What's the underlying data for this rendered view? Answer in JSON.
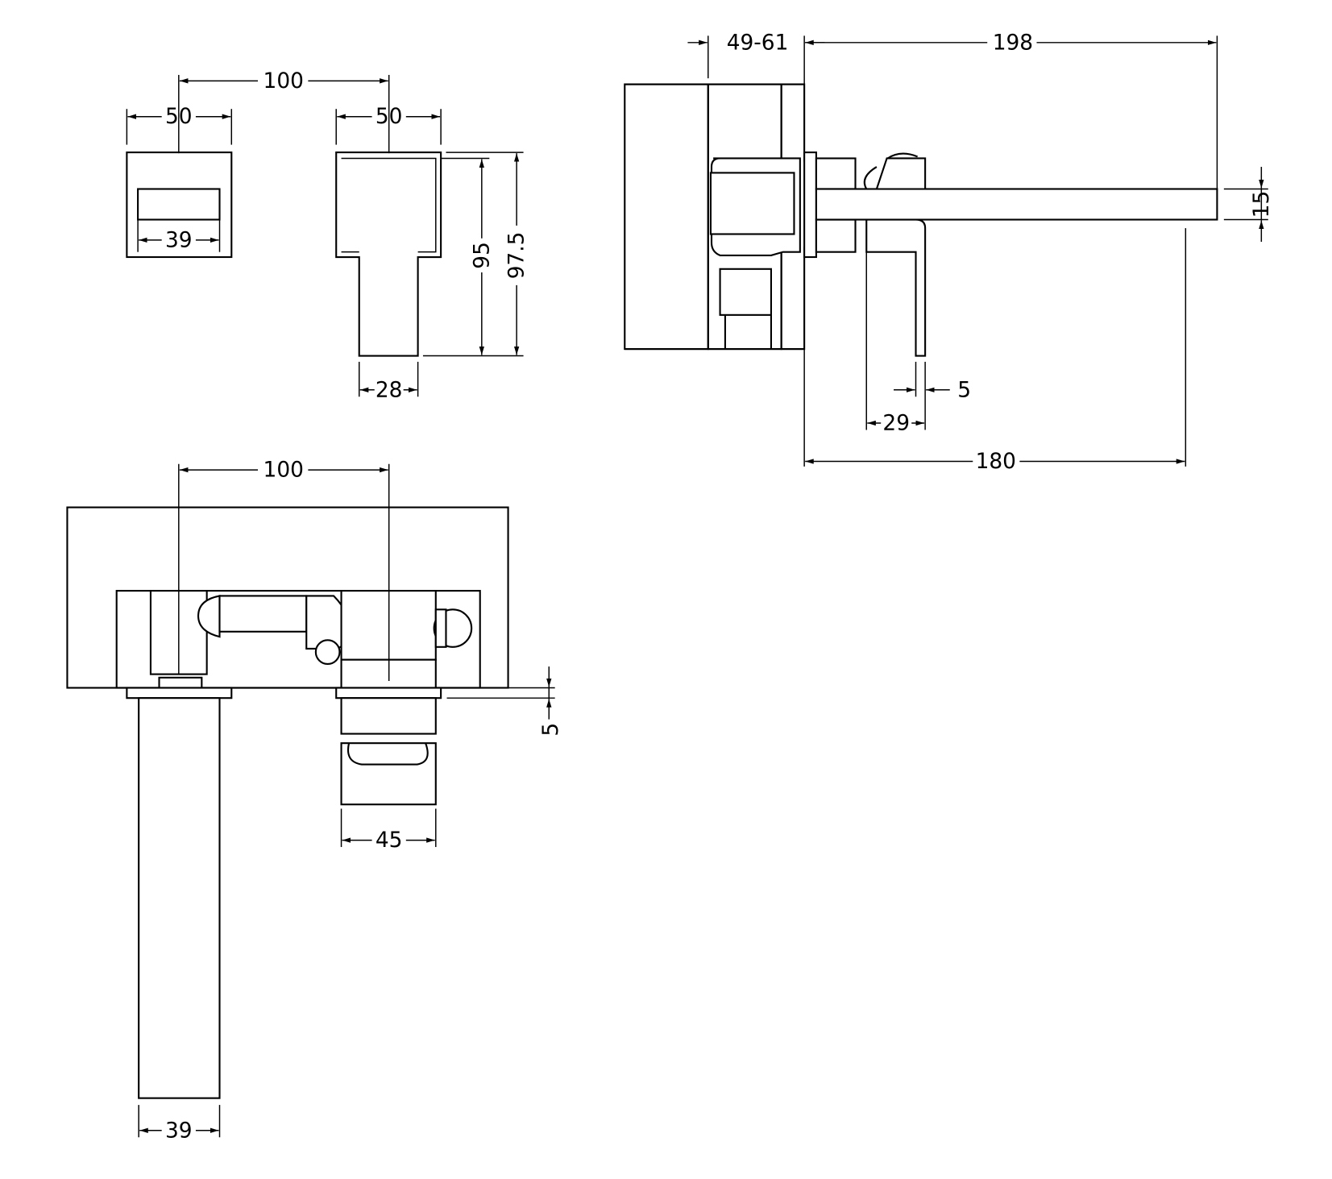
{
  "drawing": {
    "colors": {
      "line": "#000000",
      "background": "#ffffff"
    },
    "front_view": {
      "dim_handle_spacing": "100",
      "dim_handle_plate_width": "50",
      "dim_handle_inner_width": "39",
      "dim_spout_plate_width": "50",
      "dim_height_95": "95",
      "dim_height_97_5": "97.5",
      "dim_stem_width": "28"
    },
    "side_view": {
      "dim_wall_depth": "49-61",
      "dim_total_projection": "198",
      "dim_spout_thickness": "15",
      "dim_lever_thickness": "5",
      "dim_lever_offset": "29",
      "dim_spout_projection": "180"
    },
    "plan_view": {
      "dim_centres": "100",
      "dim_plate_thickness": "5",
      "dim_handle_width": "45",
      "dim_spout_width": "39"
    }
  }
}
